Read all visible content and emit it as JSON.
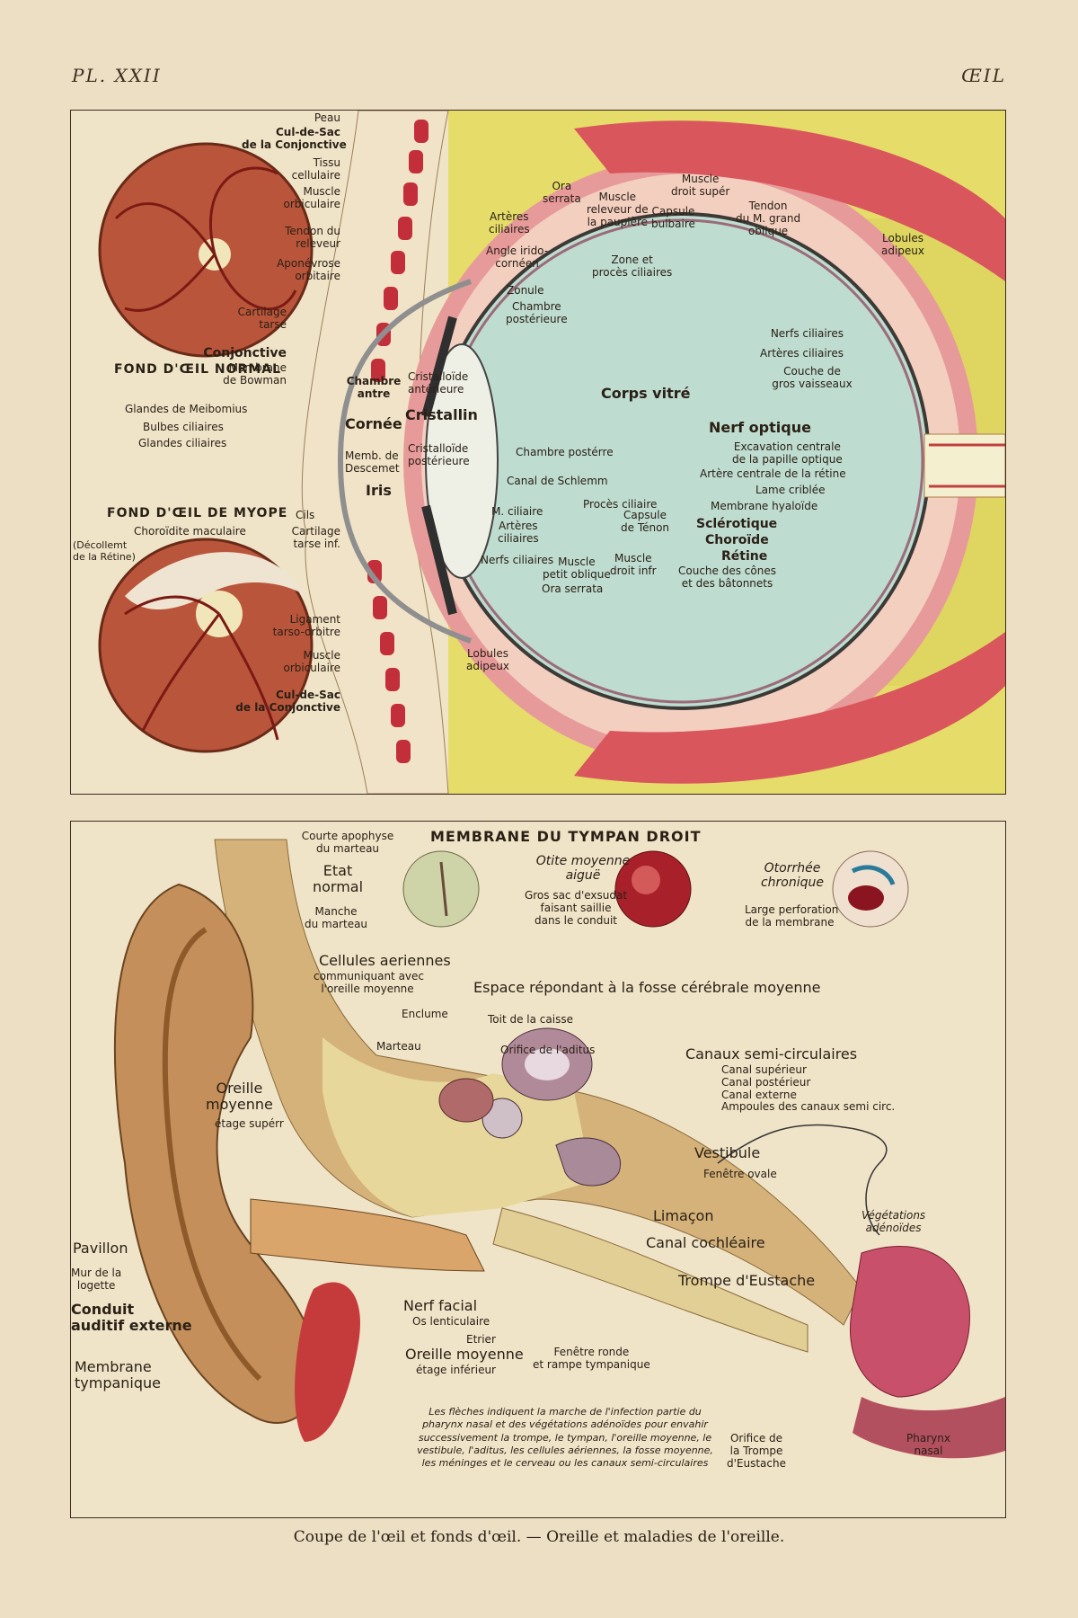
{
  "plate": {
    "number": "PL. XXII",
    "subject": "ŒIL"
  },
  "eye": {
    "fond_normal_title": "FOND D'ŒIL NORMAL",
    "fond_myope_title": "FOND D'ŒIL DE MYOPE",
    "myope_sub": "Choroïdite maculaire",
    "myope_note": "(Décollemt\nde la Rétine)",
    "left_labels": [
      "Peau",
      "Cul-de-Sac\nde la Conjonctive",
      "Tissu\ncellulaire",
      "Muscle\norbiculaire",
      "Tendon du\nreleveur",
      "Aponévrose\norbitaire",
      "Cartilage\ntarse",
      "Conjonctive",
      "Membrane\nde Bowman",
      "Glandes de Meibomius",
      "Bulbes ciliaires",
      "Glandes ciliaires",
      "Cils",
      "Cartilage\ntarse inf.",
      "Ligament\ntarso-orbitre",
      "Muscle\norbiculaire",
      "Cul-de-Sac\nde la Conjonctive"
    ],
    "inner_labels": {
      "chambre_ant": "Chambre\nantre",
      "cornee": "Cornée",
      "memb_descemet": "Memb. de\nDescemet",
      "iris": "Iris",
      "cristallin": "Cristallin",
      "cristalloide_ant": "Cristalloïde\nantérieure",
      "cristalloide_post": "Cristalloïde\npostérieure",
      "ora_serrata_top": "Ora\nserrata",
      "arteres_ciliaires_top": "Artères\nciliaires",
      "angle_irido": "Angle irido-\ncornéen",
      "zonule": "Zonule",
      "chambre_post_top": "Chambre\npostérieure",
      "zone_proces": "Zone et\nprocès ciliaires",
      "corps_vitre": "Corps vitré",
      "chambre_post": "Chambre postérre",
      "canal_schlemm": "Canal de Schlemm",
      "m_ciliaire": "M. ciliaire",
      "arteres_ciliaires_bot": "Artères\nciliaires",
      "nerfs_ciliaires_bot": "Nerfs ciliaires",
      "proces_ciliaire": "Procès ciliaire",
      "capsule_tenon": "Capsule\nde Ténon",
      "muscle_petit_oblique": "Muscle\npetit oblique",
      "ora_serrata_bot": "Ora serrata",
      "muscle_droit_inf": "Muscle\ndroit infr",
      "lobules_adipeux_bot": "Lobules\nadipeux",
      "muscle_releveur": "Muscle\nreleveur de\nla paupière",
      "capsule_bulbaire": "Capsule\nbulbaire",
      "muscle_droit_sup": "Muscle\ndroit supér",
      "tendon_grand_oblique": "Tendon\ndu M. grand\noblique",
      "lobules_adipeux_top": "Lobules\nadipeux"
    },
    "right_labels": {
      "nerfs_ciliaires": "Nerfs ciliaires",
      "arteres_ciliaires": "Artères ciliaires",
      "couche_gros": "Couche de\ngros vaisseaux",
      "nerf_optique": "Nerf optique",
      "excavation": "Excavation centrale\nde la papille optique",
      "artere_centrale": "Artère centrale de la rétine",
      "lame_criblee": "Lame criblée",
      "membrane_hyaloide": "Membrane hyaloïde",
      "sclerotique": "Sclérotique",
      "choroide": "Choroïde",
      "retine": "Rétine",
      "couche_cones": "Couche des cônes\net des bâtonnets"
    }
  },
  "ear": {
    "tympan_title": "MEMBRANE DU TYMPAN DROIT",
    "tympan_states": {
      "courte_apophyse": "Courte apophyse\ndu marteau",
      "etat_normal": "Etat\nnormal",
      "manche": "Manche\ndu marteau",
      "otite_title": "Otite moyenne\naiguë",
      "otite_desc": "Gros sac d'exsudat\nfaisant saillie\ndans le conduit",
      "otorrhee_title": "Otorrhée\nchronique",
      "otorrhee_desc": "Large perforation\nde la membrane"
    },
    "labels": {
      "cellules": "Cellules aeriennes",
      "cellules_sub": "communiquant avec\nl'oreille moyenne",
      "espace": "Espace répondant à la fosse cérébrale moyenne",
      "enclume": "Enclume",
      "toit": "Toit de la caisse",
      "marteau": "Marteau",
      "orifice_aditus": "Orifice de l'aditus",
      "canaux": "Canaux semi-circulaires",
      "canaux_list": "Canal supérieur\nCanal postérieur\nCanal externe\nAmpoules des canaux semi circ.",
      "oreille_moyenne_sup": "Oreille\nmoyenne",
      "etage_sup": "étage supérr",
      "vestibule": "Vestibule",
      "fenetre_ovale": "Fenêtre ovale",
      "vegetations": "Végétations\nadénoïdes",
      "pavillon": "Pavillon",
      "limacon": "Limaçon",
      "canal_cochleaire": "Canal cochléaire",
      "mur_logette": "Mur de la\nlogette",
      "trompe": "Trompe d'Eustache",
      "conduit": "Conduit\nauditif externe",
      "nerf_facial": "Nerf facial",
      "os_lenticulaire": "Os lenticulaire",
      "etrier": "Etrier",
      "membrane_tymp": "Membrane\ntympanique",
      "oreille_moyenne_inf": "Oreille moyenne",
      "etage_inf": "étage inférieur",
      "fenetre_ronde": "Fenêtre ronde\net rampe tympanique",
      "orifice_trompe": "Orifice de\nla Trompe\nd'Eustache",
      "pharynx": "Pharynx\nnasal"
    },
    "note": "Les flèches indiquent la marche de l'infection partie du pharynx nasal et des végétations adénoïdes pour envahir successivement la trompe, le tympan, l'oreille moyenne, le vestibule, l'aditus, les cellules aériennes, la fosse moyenne, les méninges et le cerveau ou les canaux semi-circulaires"
  },
  "caption": "Coupe de l'œil et fonds d'œil. — Oreille et maladies de l'oreille."
}
